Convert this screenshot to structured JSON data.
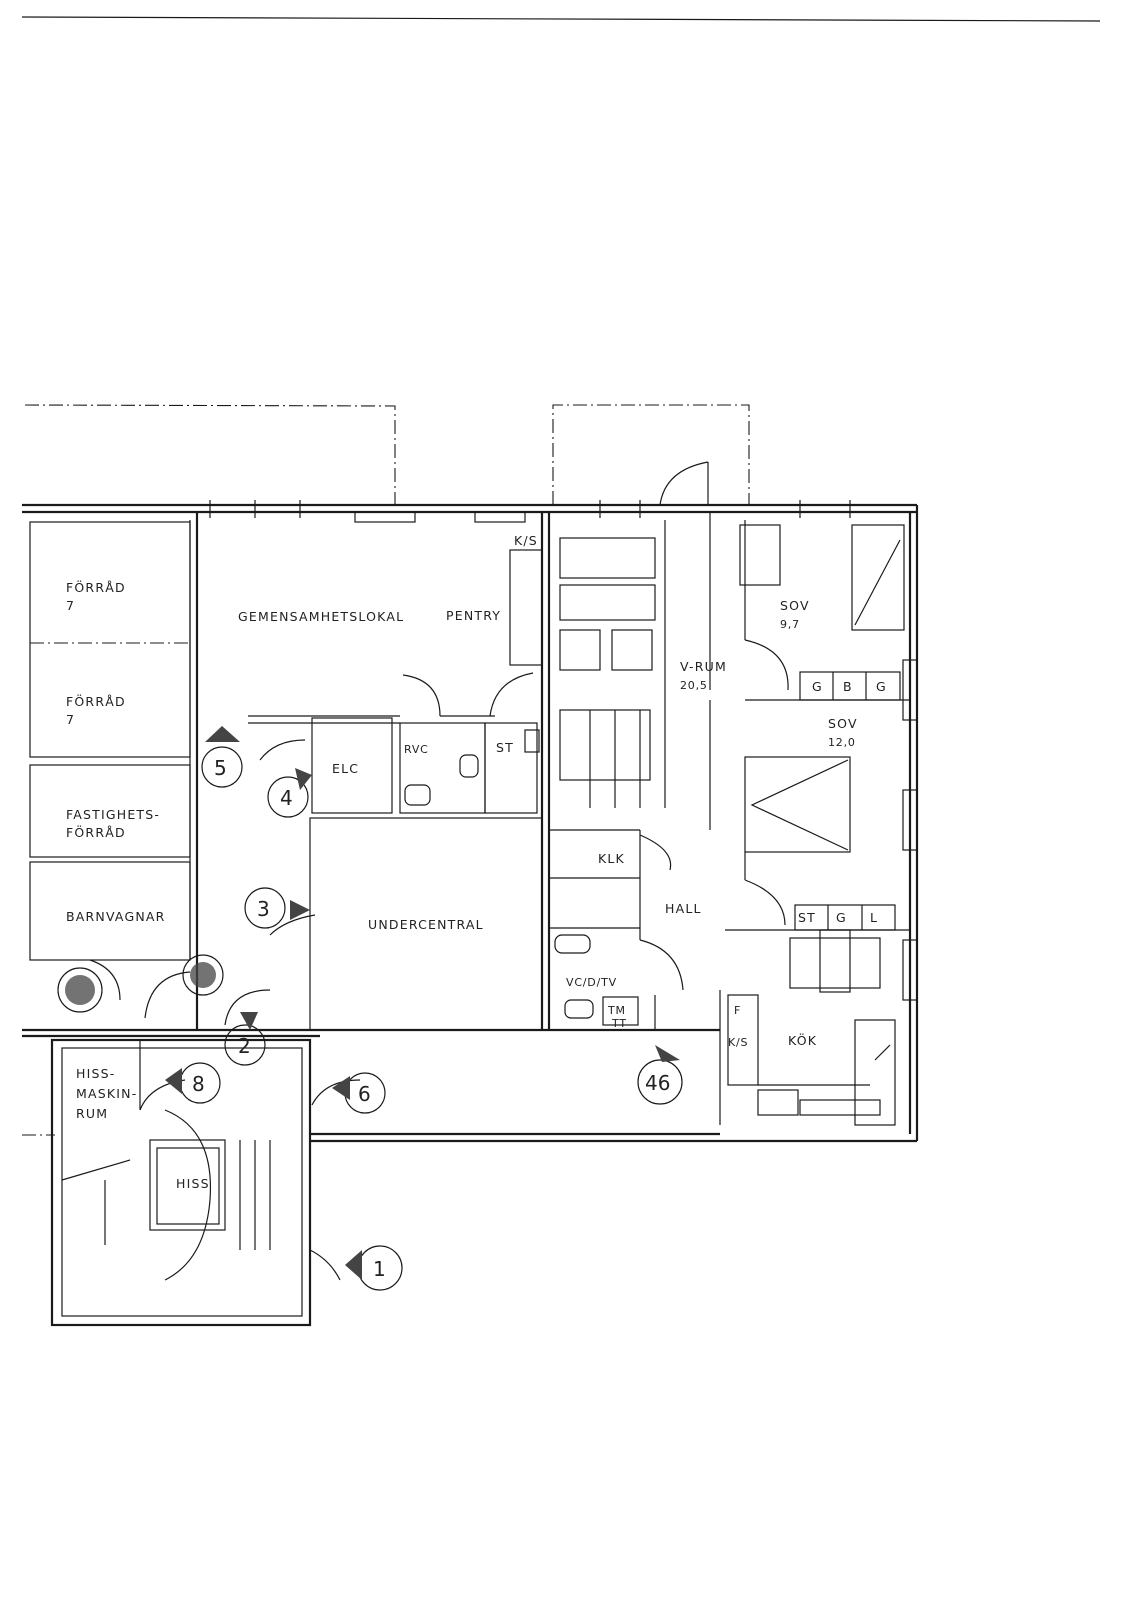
{
  "rooms": {
    "forrad_1": "FÖRRÅD",
    "forrad_1_num": "7",
    "forrad_2": "FÖRRÅD",
    "forrad_2_num": "7",
    "fastighets_1": "FASTIGHETS-",
    "fastighets_2": "FÖRRÅD",
    "barnvagnar": "BARNVAGNAR",
    "gemensamhetslokal": "GEMENSAMHETSLOKAL",
    "pentry": "PENTRY",
    "ks_top": "K/S",
    "elc": "ELC",
    "rvc": "RVC",
    "st_mid": "ST",
    "undercentral": "UNDERCENTRAL",
    "hissmaskin_1": "HISS-",
    "hissmaskin_2": "MASKIN-",
    "hissmaskin_3": "RUM",
    "hiss": "HISS",
    "vrum": "V-RUM",
    "vrum_area": "20,5",
    "sov1": "SOV",
    "sov1_area": "9,7",
    "sov2": "SOV",
    "sov2_area": "12,0",
    "g1": "G",
    "b": "B",
    "g2": "G",
    "klk": "KLK",
    "hall": "HALL",
    "st_r": "ST",
    "g3": "G",
    "l": "L",
    "vcdtv": "VC/D/TV",
    "tm": "TM",
    "tt": "TT",
    "f": "F",
    "ks_kok": "K/S",
    "kok": "KÖK"
  },
  "markers": {
    "m1": "1",
    "m2": "2",
    "m3": "3",
    "m4": "4",
    "m5": "5",
    "m6": "6",
    "m8": "8",
    "m46": "46"
  }
}
